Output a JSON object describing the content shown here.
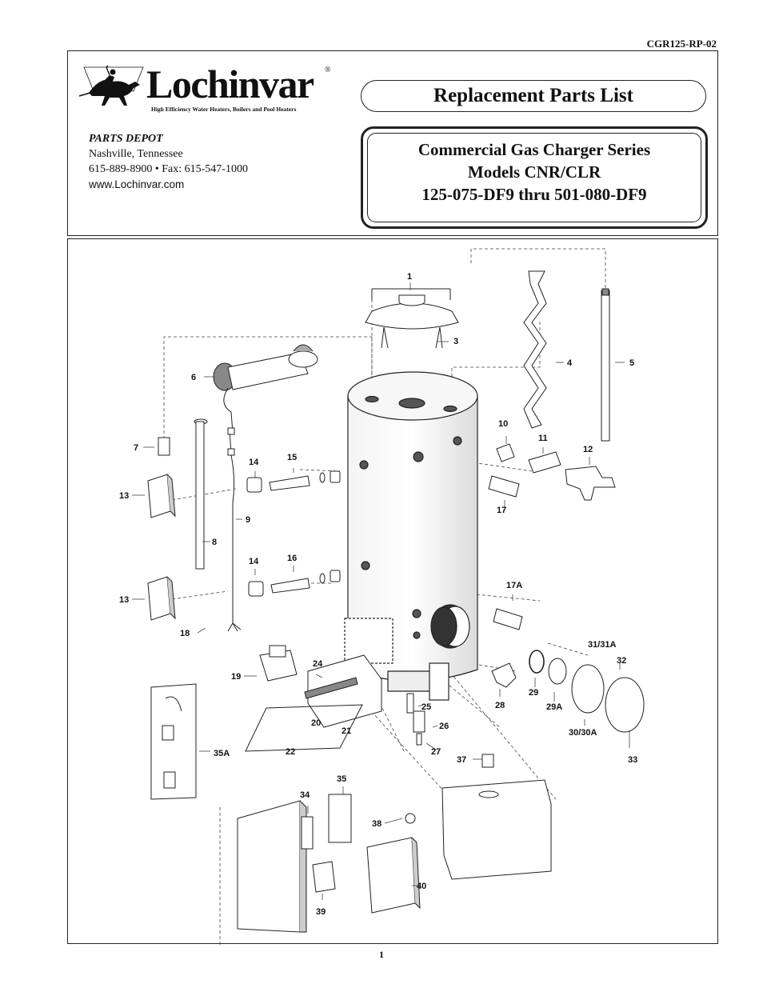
{
  "doc_code": "CGR125-RP-02",
  "logo": {
    "word": "Lochinvar",
    "reg": "®",
    "tagline": "High Efficiency Water Heaters, Boilers and Pool Heaters"
  },
  "depot": {
    "title": "PARTS DEPOT",
    "city": "Nashville, Tennessee",
    "phone": "615-889-8900 • Fax: 615-547-1000",
    "web": "www.Lochinvar.com"
  },
  "title": "Replacement Parts List",
  "models": {
    "line1": "Commercial Gas Charger Series",
    "line2": "Models CNR/CLR",
    "line3": "125-075-DF9 thru 501-080-DF9"
  },
  "callouts": {
    "c1": "1",
    "c3": "3",
    "c4": "4",
    "c5": "5",
    "c6": "6",
    "c7": "7",
    "c8": "8",
    "c9": "9",
    "c10": "10",
    "c11": "11",
    "c12": "12",
    "c13a": "13",
    "c13b": "13",
    "c14a": "14",
    "c14b": "14",
    "c15": "15",
    "c16": "16",
    "c17": "17",
    "c17a": "17A",
    "c18": "18",
    "c19": "19",
    "c20": "20",
    "c21": "21",
    "c22": "22",
    "c24": "24",
    "c25": "25",
    "c26": "26",
    "c27": "27",
    "c28": "28",
    "c29": "29",
    "c29a": "29A",
    "c30": "30/30A",
    "c31": "31/31A",
    "c32": "32",
    "c33": "33",
    "c34": "34",
    "c35": "35",
    "c35a": "35A",
    "c37": "37",
    "c38": "38",
    "c39": "39",
    "c40": "40"
  },
  "page_number": "1"
}
